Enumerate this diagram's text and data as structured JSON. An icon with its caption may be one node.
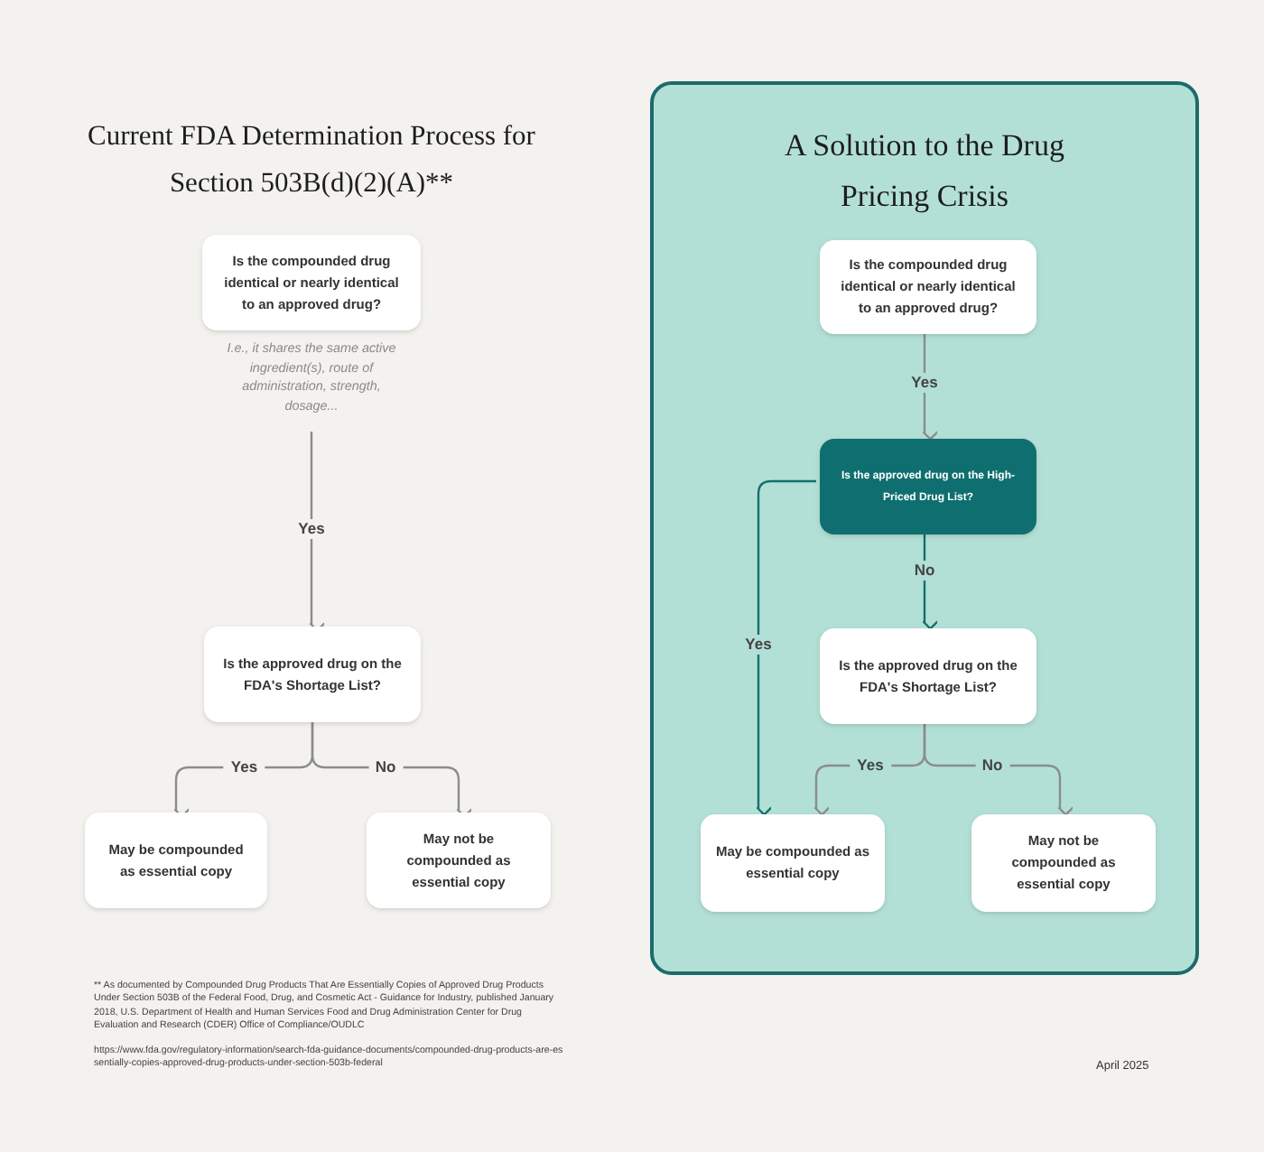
{
  "diagram": {
    "nodes": [
      {
        "text": [
          "Is the compounded drug identical or nearly identical to an approved drug?"
        ],
        "beside": [
          "I.e., it shares the same active ingredient(s), route of administration, strength, dosage..."
        ]
      },
      {
        "text": [
          "Is the approved drug on the FDA's Shortage List?"
        ]
      },
      {
        "text": [
          "May be compounded as essential copy"
        ]
      },
      {
        "text": [
          "May not be compounded as essential copy"
        ]
      },
      {
        "text": [
          "A Solution to the Drug Pricing Crisis"
        ]
      },
      {
        "text": [
          "Is the compounded drug identical or nearly identical to an approved drug?"
        ],
        "in": 4
      },
      {
        "text": [
          "Is the approved drug on the High-Priced Drug List?"
        ],
        "in": 4
      },
      {
        "text": [
          "Is the approved drug on the FDA's Shortage List?"
        ],
        "in": 4
      },
      {
        "text": [
          "May be compounded as essential copy"
        ],
        "in": 4
      },
      {
        "text": [
          "May not be compounded as essential copy"
        ],
        "in": 4
      }
    ],
    "edges": [
      {
        "from": 0,
        "to": 1,
        "arrow": "to",
        "label": "Yes"
      },
      {
        "from": 1,
        "to": 2,
        "arrow": "to",
        "label": "Yes"
      },
      {
        "from": 1,
        "to": 3,
        "arrow": "to",
        "label": "No"
      },
      {
        "from": 5,
        "to": 6,
        "arrow": "to",
        "label": "Yes"
      },
      {
        "from": 6,
        "to": 7,
        "arrow": "to",
        "label": "No",
        "color": "#12706f"
      },
      {
        "from": 6,
        "to": 8,
        "arrow": "to",
        "label": "Yes",
        "color": "#12706f"
      },
      {
        "from": 7,
        "to": 8,
        "arrow": "to",
        "label": "Yes"
      },
      {
        "from": 7,
        "to": 9,
        "arrow": "to",
        "label": "No"
      }
    ],
    "labels": [
      "Current FDA Determination Process for Section 503B(d)(2)(A)**",
      "** As documented by Compounded Drug Products That Are Essentially Copies of Approved Drug Products Under Section 503B of the Federal Food, Drug, and Cosmetic Act - Guidance for Industry, published January 2018, U.S. Department of Health and Human Services Food and Drug Administration Center for Drug Evaluation and Research (CDER) Office of Compliance/OUDLC",
      "https://www.fda.gov/regulatory-information/search-fda-guidance-documents/compounded-drug-products-are-essentially-copies-approved-drug-products-under-section-503b-federal",
      "April 2025"
    ]
  }
}
